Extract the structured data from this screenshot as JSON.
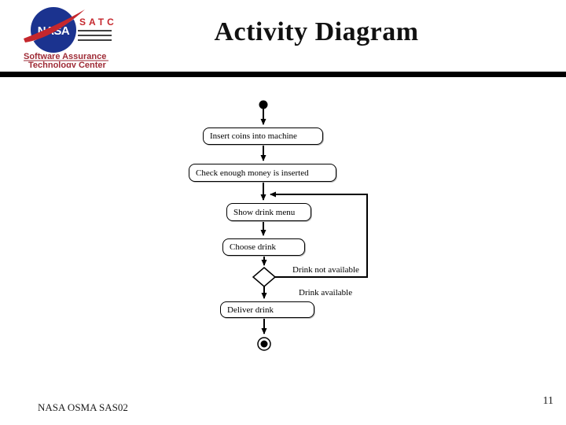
{
  "slide": {
    "title": "Activity Diagram",
    "footer": "NASA OSMA SAS02",
    "page_number": "11"
  },
  "logo": {
    "nasa_text": "NASA",
    "satc_text": "SATC",
    "org_line1": "Software Assurance",
    "org_line2": "Technology Center",
    "colors": {
      "nasa_blue": "#1b338f",
      "logo_red": "#c5272d",
      "logo_maroon": "#9e2a35"
    }
  },
  "diagram": {
    "type": "uml-activity",
    "nodes": [
      {
        "id": "start",
        "kind": "initial-state",
        "label": ""
      },
      {
        "id": "insert-coins",
        "kind": "activity",
        "label": "Insert coins into machine"
      },
      {
        "id": "check-money",
        "kind": "activity",
        "label": "Check enough money is inserted"
      },
      {
        "id": "show-menu",
        "kind": "activity",
        "label": "Show drink menu"
      },
      {
        "id": "choose-drink",
        "kind": "activity",
        "label": "Choose drink"
      },
      {
        "id": "decision",
        "kind": "decision",
        "label": ""
      },
      {
        "id": "deliver-drink",
        "kind": "activity",
        "label": "Deliver drink"
      },
      {
        "id": "end",
        "kind": "final-state",
        "label": ""
      }
    ],
    "edges": [
      {
        "from": "start",
        "to": "insert-coins",
        "label": ""
      },
      {
        "from": "insert-coins",
        "to": "check-money",
        "label": ""
      },
      {
        "from": "check-money",
        "to": "show-menu",
        "label": ""
      },
      {
        "from": "show-menu",
        "to": "choose-drink",
        "label": ""
      },
      {
        "from": "choose-drink",
        "to": "decision",
        "label": ""
      },
      {
        "from": "decision",
        "to": "show-menu",
        "label": "Drink not available"
      },
      {
        "from": "decision",
        "to": "deliver-drink",
        "label": "Drink available"
      },
      {
        "from": "deliver-drink",
        "to": "end",
        "label": ""
      }
    ]
  }
}
